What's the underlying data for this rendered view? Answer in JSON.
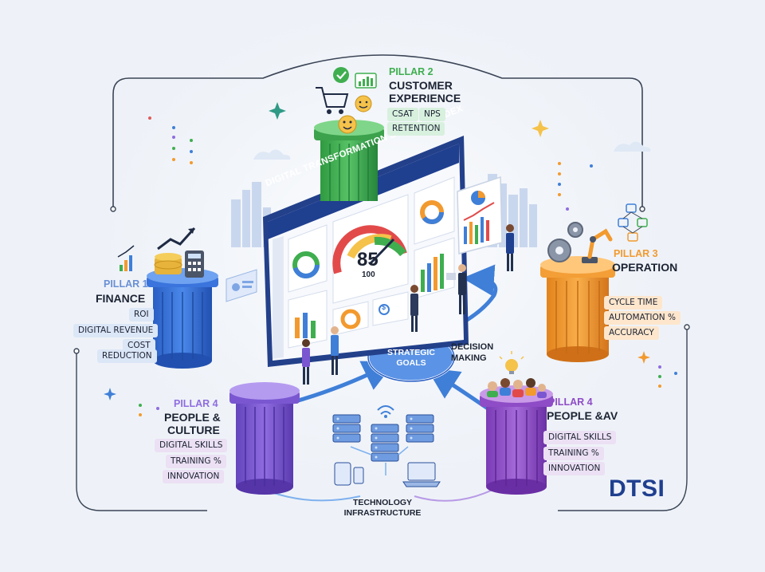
{
  "dashboard": {
    "title": "DIGITAL TRANSFORMATION SUCCESS INDEX",
    "score": "85",
    "score_max": "100",
    "dollar_symbol": "$"
  },
  "pillars": {
    "customer": {
      "title": "PILLAR 2",
      "name_line1": "CUSTOMER",
      "name_line2": "EXPERIENCE",
      "tags": [
        "CSAT",
        "NPS",
        "RETENTION"
      ],
      "color": "#3fae4f"
    },
    "finance": {
      "title": "PILLAR 1",
      "name": "FINANCE",
      "tags": [
        "ROI",
        "DIGITAL REVENUE",
        "COST",
        "REDUCTION"
      ],
      "color": "#2f6fd6"
    },
    "operation": {
      "title": "PILLAR 3",
      "name": "OPERATION",
      "tags": [
        "CYCLE TIME",
        "AUTOMATION %",
        "ACCURACY"
      ],
      "color": "#f29a2e"
    },
    "people_culture": {
      "title": "PILLAR 4",
      "name_line1": "PEOPLE &",
      "name_line2": "CULTURE",
      "tags": [
        "DIGITAL SKILLS",
        "TRAINING %",
        "INNOVATION"
      ],
      "color": "#7a57d1"
    },
    "people_av": {
      "title": "PILLAR 4",
      "name": "PEOPLE &AV",
      "tags": [
        "DIGITAL SKILLS",
        "TRAINING %",
        "INNOVATION"
      ],
      "color": "#8e4cc6"
    }
  },
  "center": {
    "goals_line1": "STRATEGIC",
    "goals_line2": "GOALS",
    "decision_line1": "DECISION",
    "decision_line2": "MAKING"
  },
  "infrastructure": {
    "line1": "TECHNOLOGY",
    "line2": "INFRASTRUCTURE"
  },
  "logo": {
    "text": "DTSI"
  },
  "colors": {
    "pillar_title": "#6a8fd4",
    "accent_navy": "#1f3f8f",
    "arrow_blue": "#3f7fd8",
    "background": "#eef2f8"
  }
}
